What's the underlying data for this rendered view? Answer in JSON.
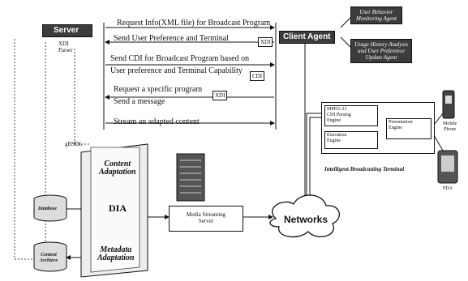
{
  "server": {
    "title": "Server",
    "parser": "XDI\nParser"
  },
  "client_agent": "Client Agent",
  "user_behavior_agent": "User Behavior\nMonitoring Agent",
  "usage_agent": "Usage History Analysis\nand User Preference\nUpdate Agent",
  "messages": [
    "Request Info(XML file) for Broadcast Program",
    "Send User Preference and Terminal",
    "Send CDI for Broadcast Program based on",
    "User preference and Terminal Capability",
    "Request a specific program",
    "Send a message",
    "Stream an adapted content"
  ],
  "xdi_tags": [
    "XDI",
    "CDI",
    "XDI"
  ],
  "gbsdl": "gBSDL",
  "database": "Database",
  "content_archive": "Content\nArchieve",
  "content_adaptation": "Content\nAdaptation",
  "metadata_adaptation": "Metadata\nAdaptation",
  "dia": "DIA",
  "media_streaming_server": "Media Streaming\nServer",
  "networks": "Networks",
  "terminal": {
    "engine1": "MPEG-21\nCDI Parsing\nEngine",
    "engine2": "Execution\nEngine",
    "engine3": "Presentation\nEngine",
    "label": "Intelligent Broadcasting Terminal"
  },
  "mobile_phone": "Mobile\nPhone",
  "pda": "PDA"
}
